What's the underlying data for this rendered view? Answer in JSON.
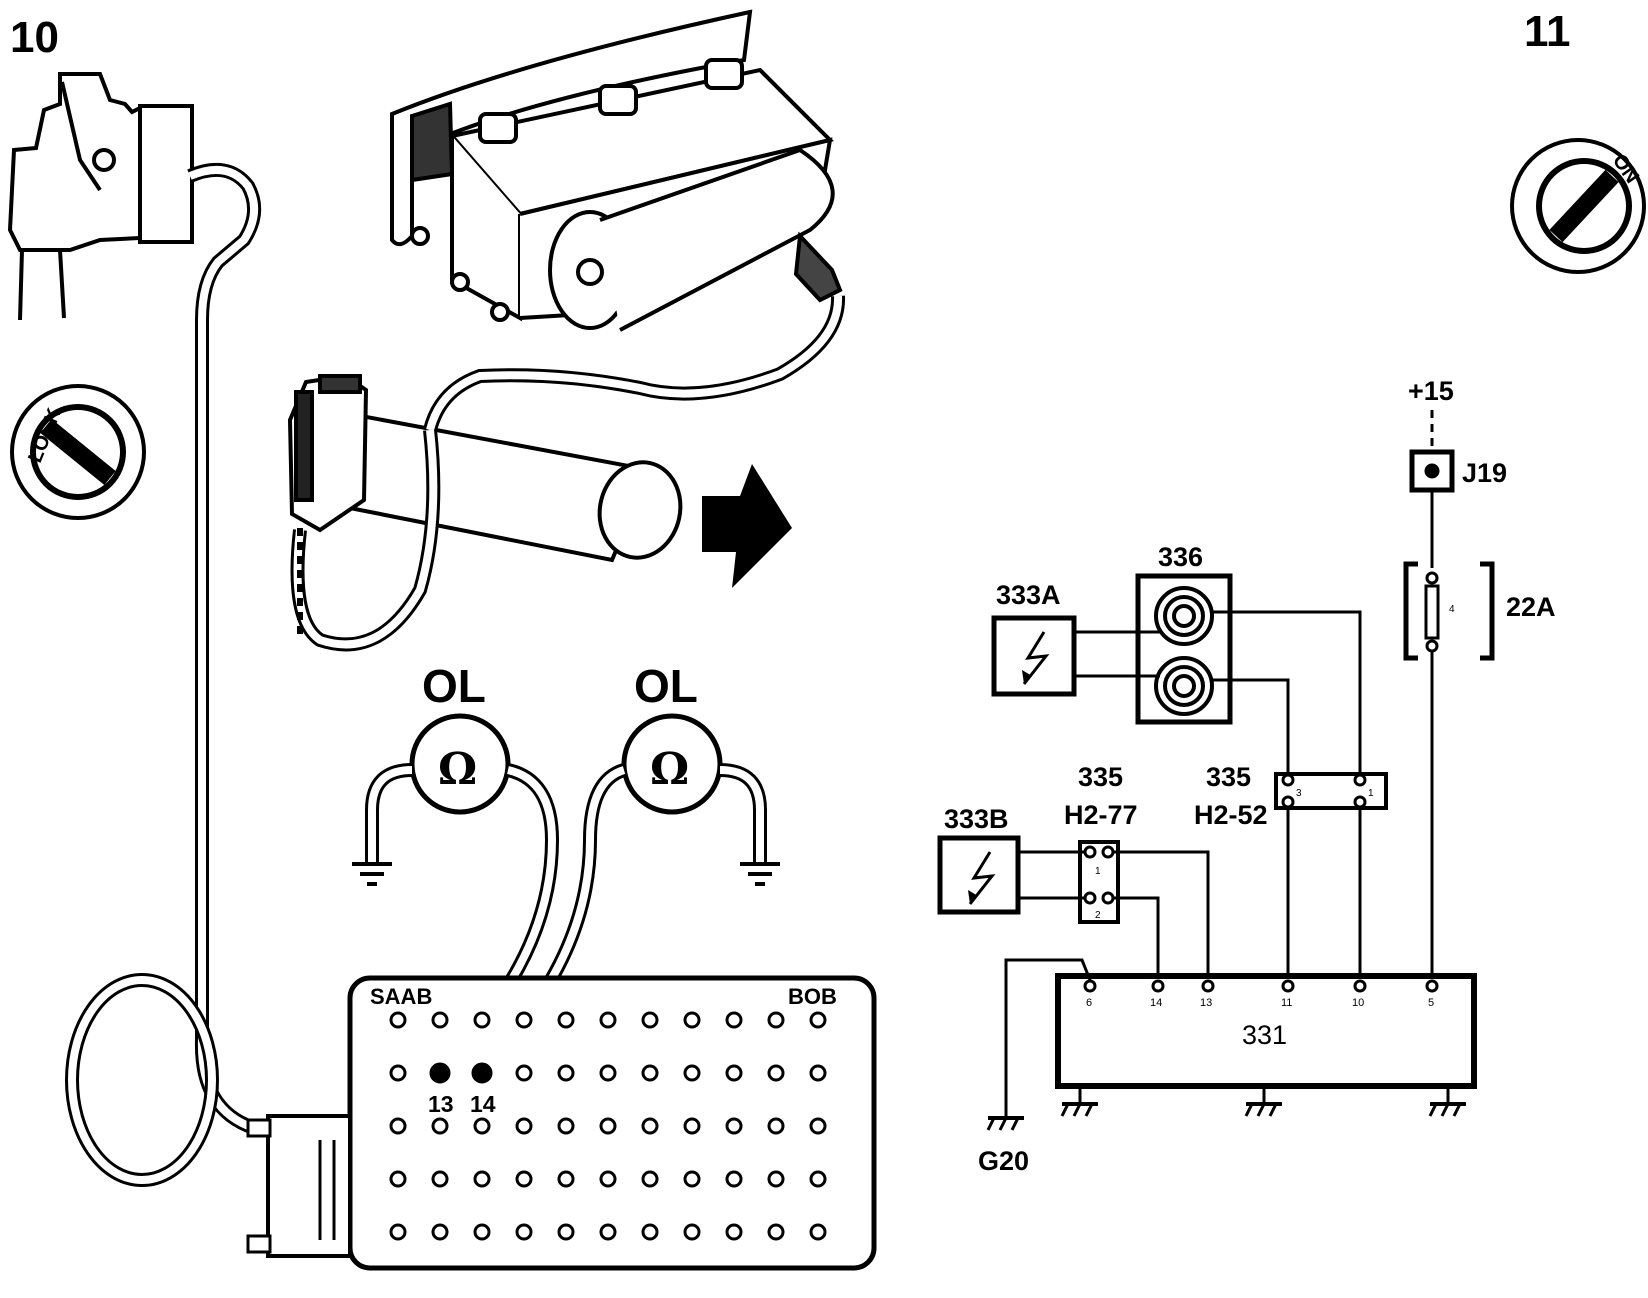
{
  "steps": {
    "left": "10",
    "right": "11"
  },
  "ignition": {
    "lock_label": "LOCK",
    "on_label": "ON"
  },
  "meters": [
    {
      "reading": "OL",
      "symbol": "Ω"
    },
    {
      "reading": "OL",
      "symbol": "Ω"
    }
  ],
  "breakout_box": {
    "brand": "SAAB",
    "name": "BOB",
    "pin_a": "13",
    "pin_b": "14"
  },
  "schematic": {
    "supply": "+15",
    "junction": "J19",
    "fuse_id": "22A",
    "fuse_num": "4",
    "clock_spring": "336",
    "airbag_a": "333A",
    "airbag_b": "333B",
    "conn_1_id": "335",
    "conn_1_code": "H2-77",
    "conn_2_id": "335",
    "conn_2_code": "H2-52",
    "conn_1_pins": [
      "1",
      "2"
    ],
    "conn_2_pins": [
      "3",
      "1"
    ],
    "control_unit": "331",
    "cu_pins": [
      "6",
      "14",
      "13",
      "11",
      "10",
      "5"
    ],
    "ground": "G20"
  }
}
